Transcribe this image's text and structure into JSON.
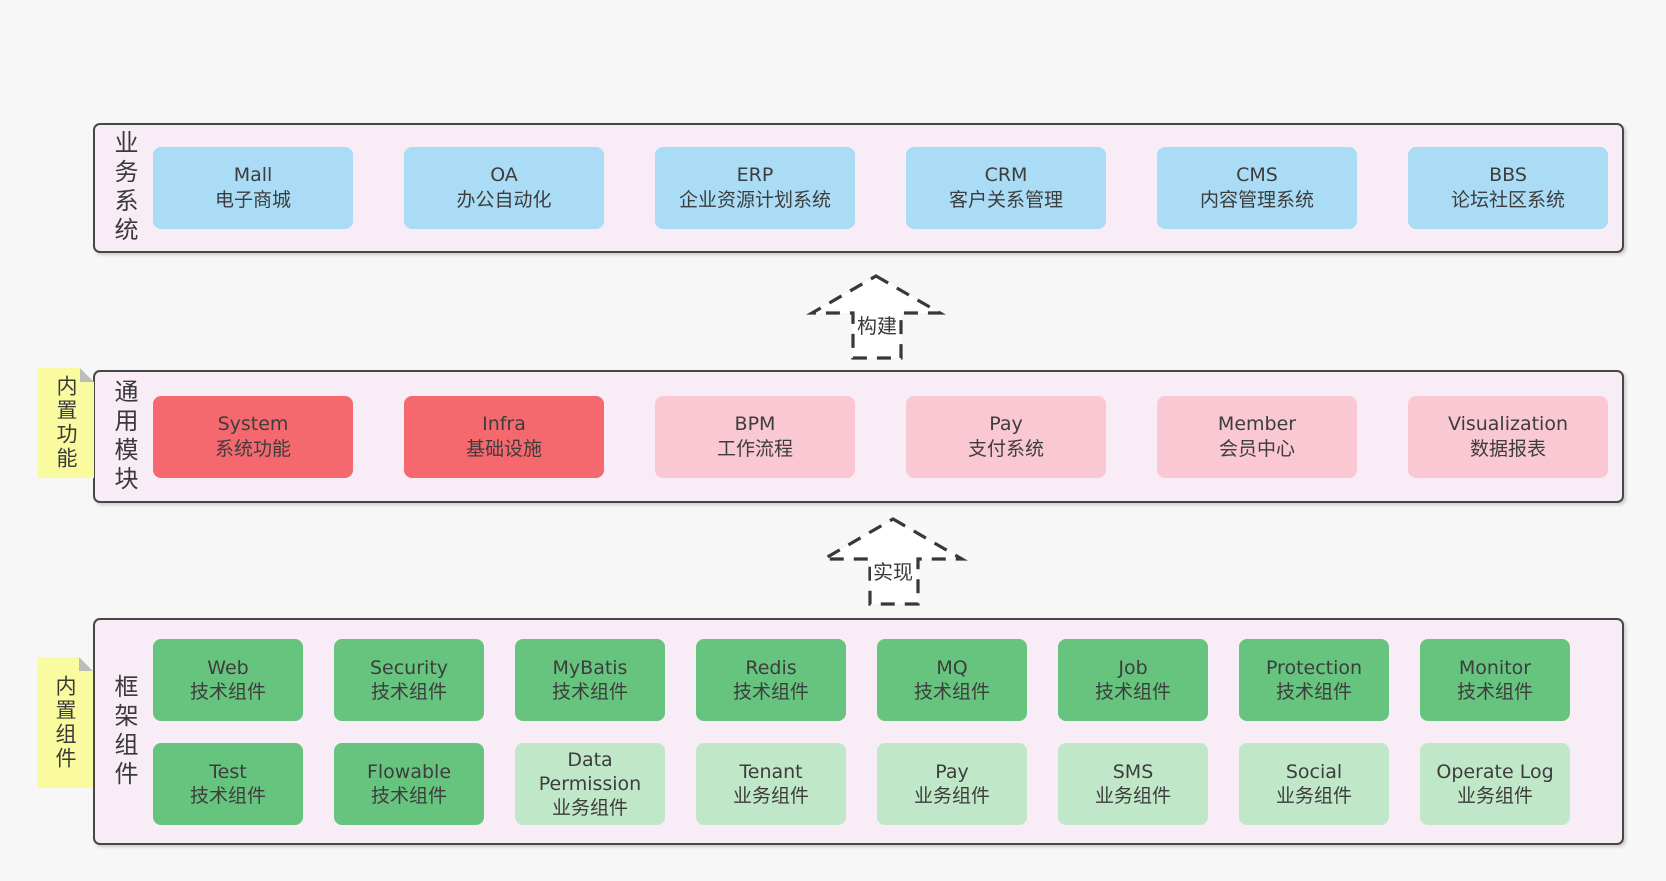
{
  "page": {
    "background": "#f7f7f7"
  },
  "colors": {
    "band_bg": "#f8edf7",
    "band_border": "#474747",
    "text": "#3d3d3d",
    "blue": "#aadcf6",
    "red": "#f5696e",
    "pink": "#f9c8d2",
    "green": "#66c47e",
    "light_green": "#c0e7c8",
    "sticky_yellow": "#fafb9f",
    "sticky_fold": "#bcbcbc",
    "arrow_stroke": "#383838"
  },
  "arrows": [
    {
      "id": "build",
      "label": "构建"
    },
    {
      "id": "implement",
      "label": "实现"
    }
  ],
  "bands": [
    {
      "id": "business-systems",
      "label": "业务系统",
      "sticky": null,
      "rows": [
        [
          {
            "title": "Mall",
            "subtitle": "电子商城",
            "type": "blue"
          },
          {
            "title": "OA",
            "subtitle": "办公自动化",
            "type": "blue"
          },
          {
            "title": "ERP",
            "subtitle": "企业资源计划系统",
            "type": "blue"
          },
          {
            "title": "CRM",
            "subtitle": "客户关系管理",
            "type": "blue"
          },
          {
            "title": "CMS",
            "subtitle": "内容管理系统",
            "type": "blue"
          },
          {
            "title": "BBS",
            "subtitle": "论坛社区系统",
            "type": "blue"
          }
        ]
      ]
    },
    {
      "id": "common-modules",
      "label": "通用模块",
      "sticky": "内置功能",
      "rows": [
        [
          {
            "title": "System",
            "subtitle": "系统功能",
            "type": "red"
          },
          {
            "title": "Infra",
            "subtitle": "基础设施",
            "type": "red"
          },
          {
            "title": "BPM",
            "subtitle": "工作流程",
            "type": "pink"
          },
          {
            "title": "Pay",
            "subtitle": "支付系统",
            "type": "pink"
          },
          {
            "title": "Member",
            "subtitle": "会员中心",
            "type": "pink"
          },
          {
            "title": "Visualization",
            "subtitle": "数据报表",
            "type": "pink"
          }
        ]
      ]
    },
    {
      "id": "framework-components",
      "label": "框架组件",
      "sticky": "内置组件",
      "rows": [
        [
          {
            "title": "Web",
            "subtitle": "技术组件",
            "type": "green"
          },
          {
            "title": "Security",
            "subtitle": "技术组件",
            "type": "green"
          },
          {
            "title": "MyBatis",
            "subtitle": "技术组件",
            "type": "green"
          },
          {
            "title": "Redis",
            "subtitle": "技术组件",
            "type": "green"
          },
          {
            "title": "MQ",
            "subtitle": "技术组件",
            "type": "green"
          },
          {
            "title": "Job",
            "subtitle": "技术组件",
            "type": "green"
          },
          {
            "title": "Protection",
            "subtitle": "技术组件",
            "type": "green"
          },
          {
            "title": "Monitor",
            "subtitle": "技术组件",
            "type": "green"
          }
        ],
        [
          {
            "title": "Test",
            "subtitle": "技术组件",
            "type": "green"
          },
          {
            "title": "Flowable",
            "subtitle": "技术组件",
            "type": "green"
          },
          {
            "title": "Data Permission",
            "subtitle": "业务组件",
            "type": "light_green"
          },
          {
            "title": "Tenant",
            "subtitle": "业务组件",
            "type": "light_green"
          },
          {
            "title": "Pay",
            "subtitle": "业务组件",
            "type": "light_green"
          },
          {
            "title": "SMS",
            "subtitle": "业务组件",
            "type": "light_green"
          },
          {
            "title": "Social",
            "subtitle": "业务组件",
            "type": "light_green"
          },
          {
            "title": "Operate Log",
            "subtitle": "业务组件",
            "type": "light_green"
          }
        ]
      ]
    }
  ]
}
